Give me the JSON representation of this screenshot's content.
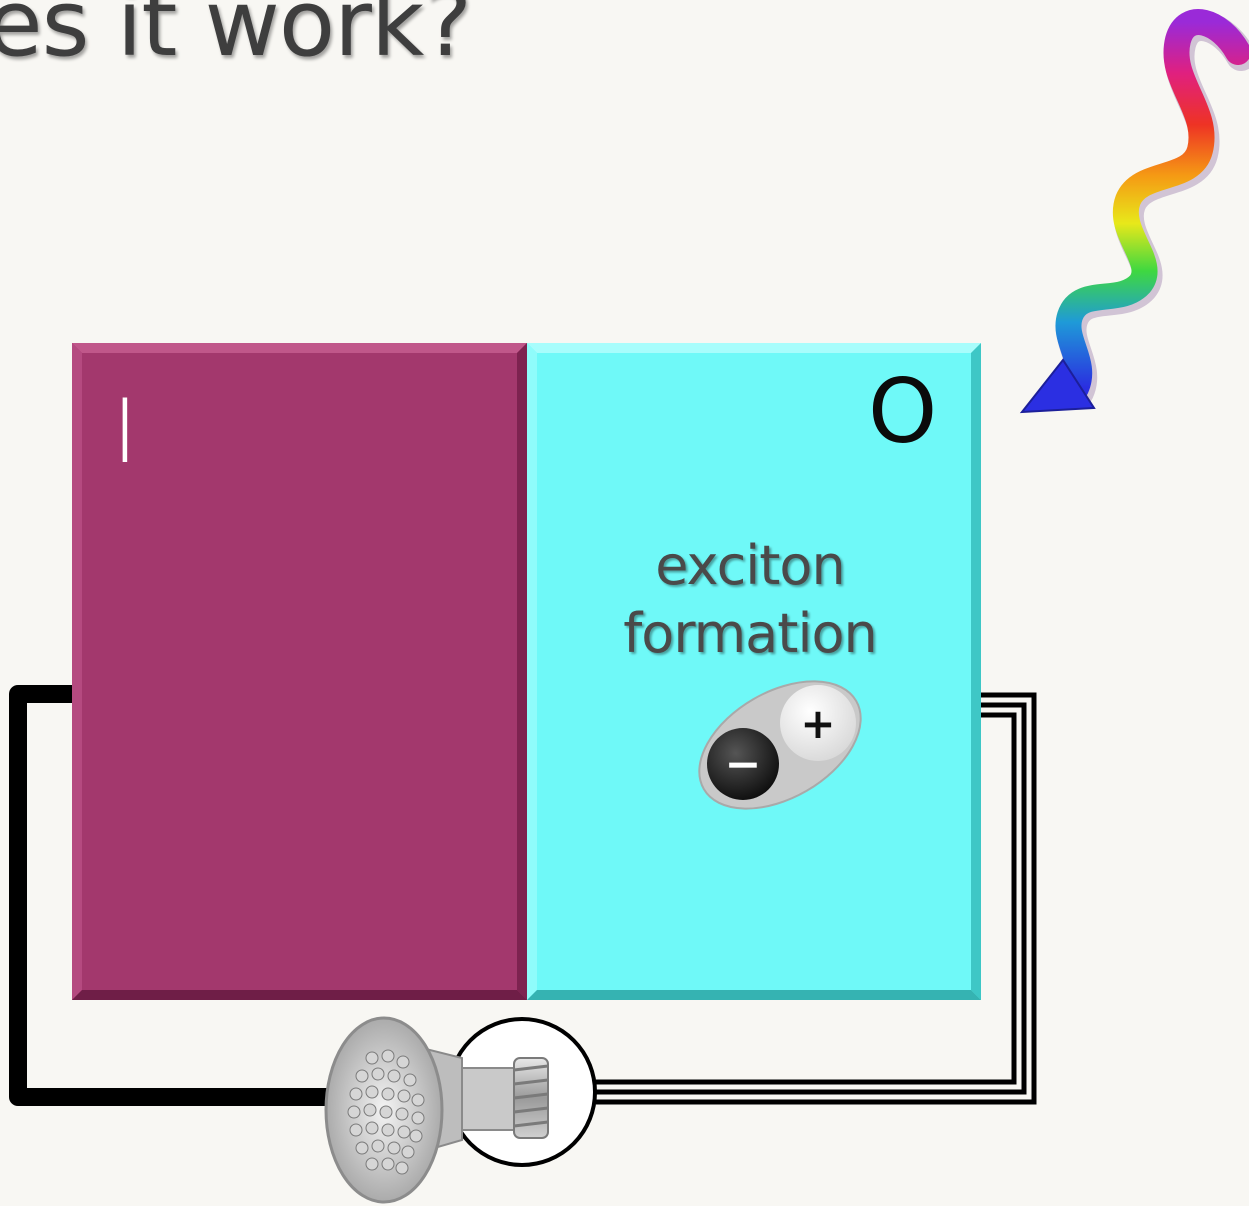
{
  "title": "es it work?",
  "layers": {
    "inorganic": {
      "label": "I",
      "color": "#a3386d"
    },
    "organic": {
      "label": "O",
      "color": "#6ff9f8"
    }
  },
  "exciton": {
    "line1": "exciton",
    "line2": "formation",
    "positive_symbol": "+",
    "negative_symbol": "−"
  },
  "icons": {
    "photon": "rainbow-photon-arrow-icon",
    "bulb": "led-bulb-icon"
  },
  "colors": {
    "wire": "#000000",
    "background": "#f8f7f3"
  }
}
